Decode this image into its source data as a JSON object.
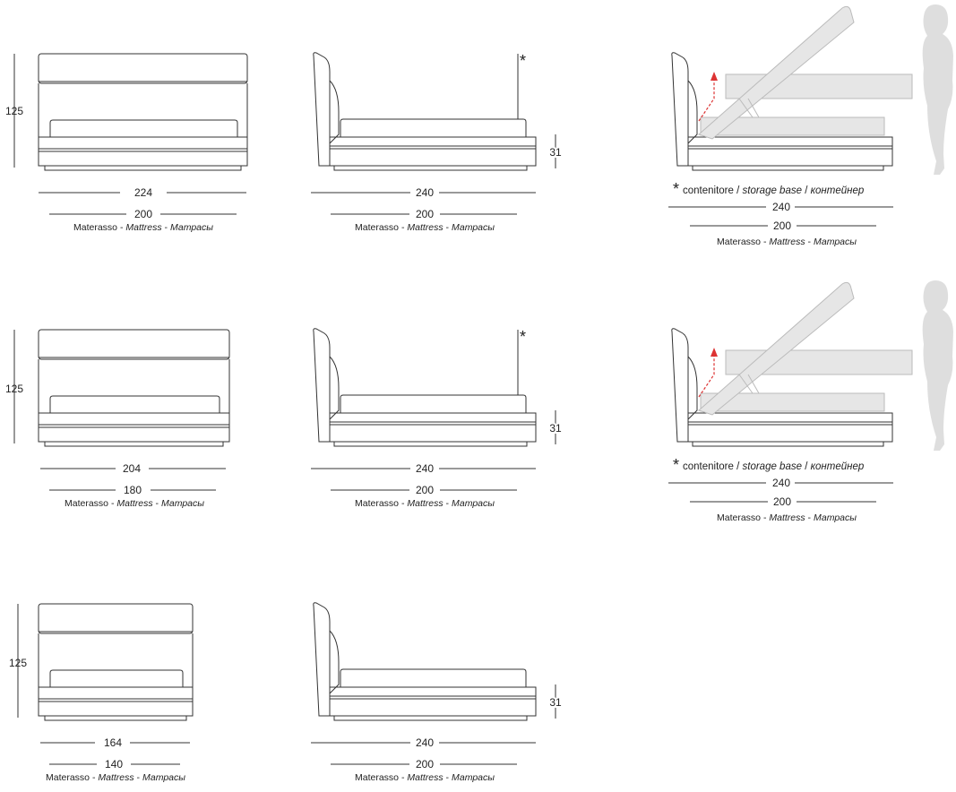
{
  "labels": {
    "mattress": "Materasso",
    "sep": " - ",
    "mattress_en": "Mattress",
    "mattress_ru": "Матрасы",
    "storage_it": "contenitore",
    "storage_sep": " / ",
    "storage_en": "storage base",
    "storage_ru": "контейнер",
    "asterisk": "*"
  },
  "rows": [
    {
      "front": {
        "height": "125",
        "width": "224",
        "mattress_width": "200"
      },
      "side": {
        "length": "240",
        "mattress_length": "200",
        "base_height": "31"
      },
      "lift": {
        "length": "240",
        "mattress_length": "200"
      }
    },
    {
      "front": {
        "height": "125",
        "width": "204",
        "mattress_width": "180"
      },
      "side": {
        "length": "240",
        "mattress_length": "200",
        "base_height": "31"
      },
      "lift": {
        "length": "240",
        "mattress_length": "200"
      }
    },
    {
      "front": {
        "height": "125",
        "width": "164",
        "mattress_width": "140"
      },
      "side": {
        "length": "240",
        "mattress_length": "200",
        "base_height": "31"
      }
    }
  ]
}
